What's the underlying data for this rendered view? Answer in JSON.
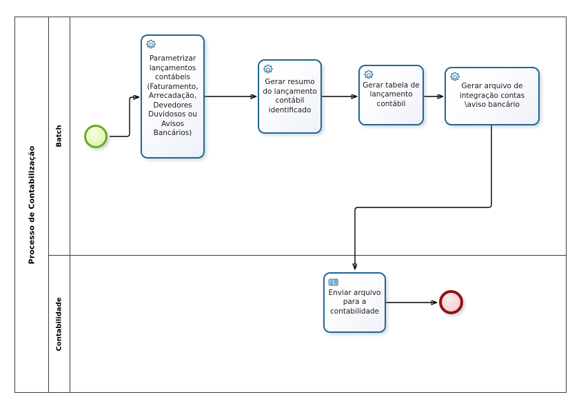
{
  "diagram": {
    "type": "bpmn-process",
    "pool": {
      "name": "Processo de Contabilização"
    },
    "lanes": [
      {
        "id": "batch",
        "label": "Batch"
      },
      {
        "id": "contabilidade",
        "label": "Contabilidade"
      }
    ],
    "events": [
      {
        "id": "start",
        "type": "start-event",
        "lane": "batch",
        "label": ""
      },
      {
        "id": "end",
        "type": "end-event",
        "lane": "contabilidade",
        "label": ""
      }
    ],
    "tasks": [
      {
        "id": "t1",
        "lane": "batch",
        "icon": "gear-icon",
        "task_type": "service-task",
        "label": "Parametrizar lançamentos contábeis (Faturamento, Arrecadação, Devedores Duvidosos ou Avisos Bancários)"
      },
      {
        "id": "t2",
        "lane": "batch",
        "icon": "gear-icon",
        "task_type": "service-task",
        "label": "Gerar resumo do lançamento contábil identificado"
      },
      {
        "id": "t3",
        "lane": "batch",
        "icon": "gear-icon",
        "task_type": "service-task",
        "label": "Gerar tabela de lançamento contábil"
      },
      {
        "id": "t4",
        "lane": "batch",
        "icon": "gear-icon",
        "task_type": "service-task",
        "label": "Gerar arquivo de integração contas \\aviso bancário"
      },
      {
        "id": "t5",
        "lane": "contabilidade",
        "icon": "manual-task-icon",
        "task_type": "manual-task",
        "label": "Enviar arquivo para a contabilidade"
      }
    ],
    "flows": [
      {
        "from": "start",
        "to": "t1"
      },
      {
        "from": "t1",
        "to": "t2"
      },
      {
        "from": "t2",
        "to": "t3"
      },
      {
        "from": "t3",
        "to": "t4"
      },
      {
        "from": "t4",
        "to": "t5"
      },
      {
        "from": "t5",
        "to": "end"
      }
    ],
    "colors": {
      "task_border": "#1f6690",
      "task_fill": "#eef1f9",
      "start_event_border": "#6aa81f",
      "start_event_fill": "#e6f7bd",
      "end_event_border": "#8c1414",
      "end_event_fill": "#f7d6d6",
      "pool_border": "#3a3a3a",
      "connector": "#000000"
    }
  }
}
